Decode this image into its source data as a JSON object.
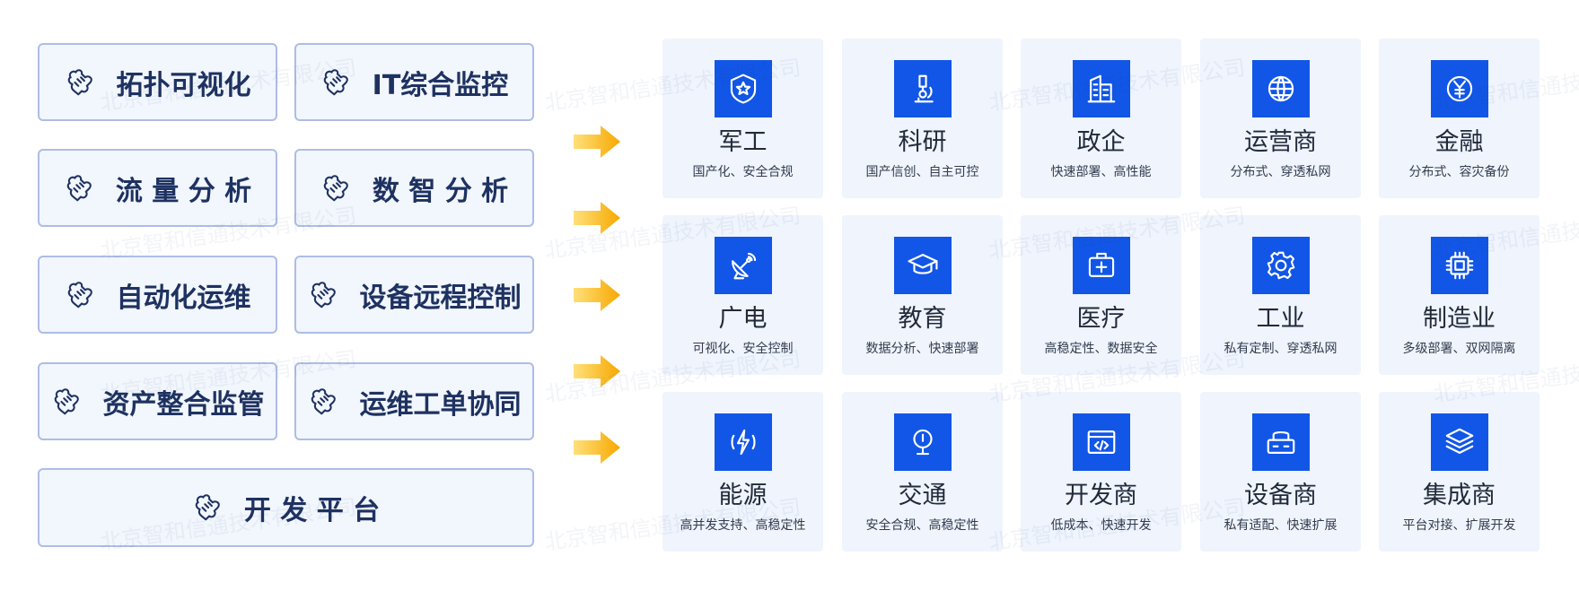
{
  "features": [
    {
      "label": "拓扑可视化",
      "icon": "puzzle-hands-icon"
    },
    {
      "label": "IT综合监控",
      "icon": "puzzle-hands-icon"
    },
    {
      "label": "流 量 分 析",
      "icon": "puzzle-hands-icon"
    },
    {
      "label": "数 智 分 析",
      "icon": "puzzle-hands-icon"
    },
    {
      "label": "自动化运维",
      "icon": "puzzle-hands-icon"
    },
    {
      "label": "设备远程控制",
      "icon": "puzzle-hands-icon"
    },
    {
      "label": "资产整合监管",
      "icon": "puzzle-hands-icon"
    },
    {
      "label": "运维工单协同",
      "icon": "puzzle-hands-icon"
    },
    {
      "label": "开 发 平 台",
      "icon": "puzzle-hands-icon"
    }
  ],
  "industries": [
    {
      "title": "军工",
      "subtitle": "国产化、安全合规",
      "icon": "shield-star-icon"
    },
    {
      "title": "科研",
      "subtitle": "国产信创、自主可控",
      "icon": "microscope-icon"
    },
    {
      "title": "政企",
      "subtitle": "快速部署、高性能",
      "icon": "building-icon"
    },
    {
      "title": "运营商",
      "subtitle": "分布式、穿透私网",
      "icon": "globe-network-icon"
    },
    {
      "title": "金融",
      "subtitle": "分布式、容灾备份",
      "icon": "yuan-coin-icon"
    },
    {
      "title": "广电",
      "subtitle": "可视化、安全控制",
      "icon": "satellite-dish-icon"
    },
    {
      "title": "教育",
      "subtitle": "数据分析、快速部署",
      "icon": "graduation-cap-icon"
    },
    {
      "title": "医疗",
      "subtitle": "高稳定性、数据安全",
      "icon": "medical-kit-icon"
    },
    {
      "title": "工业",
      "subtitle": "私有定制、穿透私网",
      "icon": "gear-icon"
    },
    {
      "title": "制造业",
      "subtitle": "多级部署、双网隔离",
      "icon": "chip-icon"
    },
    {
      "title": "能源",
      "subtitle": "高并发支持、高稳定性",
      "icon": "energy-bolt-icon"
    },
    {
      "title": "交通",
      "subtitle": "安全合规、高稳定性",
      "icon": "traffic-signal-icon"
    },
    {
      "title": "开发商",
      "subtitle": "低成本、快速开发",
      "icon": "code-window-icon"
    },
    {
      "title": "设备商",
      "subtitle": "私有适配、快速扩展",
      "icon": "router-device-icon"
    },
    {
      "title": "集成商",
      "subtitle": "平台对接、扩展开发",
      "icon": "stack-layers-icon"
    }
  ],
  "watermark": "北京智和信通技术有限公司",
  "colors": {
    "accent_blue": "#1156e6",
    "card_bg": "#eff4fd",
    "feature_border": "#aebde6",
    "arrow_yellow": "#f7b500"
  }
}
